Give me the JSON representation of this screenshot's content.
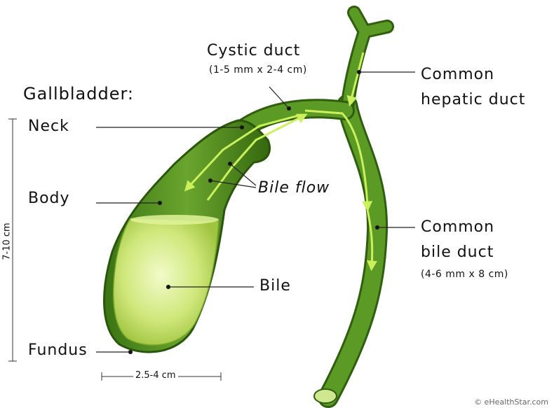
{
  "title": "Gallbladder:",
  "parts": {
    "neck": "Neck",
    "body": "Body",
    "fundus": "Fundus",
    "bile": "Bile"
  },
  "cystic_duct": {
    "name": "Cystic duct",
    "size": "(1-5 mm x 2-4 cm)"
  },
  "common_hepatic_duct": {
    "line1": "Common",
    "line2": "hepatic duct"
  },
  "common_bile_duct": {
    "line1": "Common",
    "line2": "bile duct",
    "size": "(4-6 mm x 8 cm)"
  },
  "bile_flow": "Bile flow",
  "dimensions": {
    "length": "7-10 cm",
    "width": "2.5-4 cm"
  },
  "credit": "© eHealthStar.com",
  "colors": {
    "duct": "#4f8a1f",
    "duct_dark": "#2c5a0c",
    "bile": "#c8e66a",
    "arrow": "#c9ef5a"
  }
}
